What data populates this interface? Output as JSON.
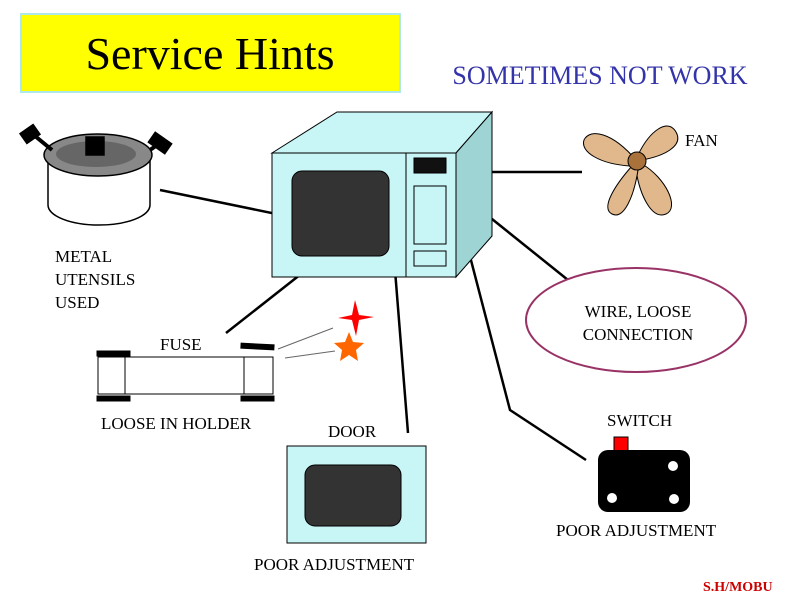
{
  "title": "Service Hints",
  "subtitle": "SOMETIMES NOT WORK",
  "labels": {
    "fan": "FAN",
    "metal_line1": "METAL",
    "metal_line2": "UTENSILS",
    "metal_line3": "USED",
    "wire_line1": "WIRE, LOOSE",
    "wire_line2": "CONNECTION",
    "fuse": "FUSE",
    "loose_in_holder": "LOOSE IN HOLDER",
    "door": "DOOR",
    "door_adjust": "POOR ADJUSTMENT",
    "switch": "SWITCH",
    "switch_adjust": "POOR ADJUSTMENT",
    "credit": "S.H/MOBU"
  },
  "colors": {
    "title_bg": "#ffff00",
    "title_border": "#aee8e8",
    "subtitle": "#3333aa",
    "microwave_front": "#c8f5f5",
    "microwave_side": "#9fd4d4",
    "window": "#333333",
    "fan_blade": "#e0b88c",
    "ellipse_border": "#993366",
    "spark_red": "#ff0000",
    "spark_orange": "#ff6600",
    "credit": "#cc0000",
    "switch_button": "#ff0000"
  }
}
